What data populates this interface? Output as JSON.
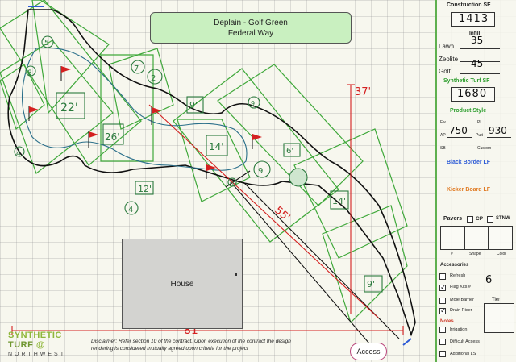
{
  "title": {
    "line1": "Deplain - Golf Green",
    "line2": "Federal Way"
  },
  "house_label": "House",
  "logo": {
    "part1": "SYNTHETIC",
    "part2": " TURF",
    "line2": "NORTHWEST"
  },
  "disclaimer": "Disclaimer: Refer section 10 of the contract. Upon execution of the contract the design rendering is considered mutually agreed upon criteria for the project",
  "access_button": "Access",
  "annotations": {
    "dim_81": "81'",
    "dim_37": "37'",
    "dim_55": "55'",
    "n22": "22'",
    "n26": "26'",
    "n14": "14'",
    "n12": "12'",
    "n14b": "14'",
    "n9a": "9'",
    "n9b": "9'",
    "n6": "6'",
    "n7": "7",
    "n8": "8",
    "n4": "4",
    "n4b": "4",
    "n2": "2",
    "n5": "5",
    "n0": "0",
    "n9": "9",
    "n9c": "9"
  },
  "colors": {
    "accent_green": "#3fa83a",
    "header_green": "#2e9e2e",
    "black_border_blue": "#2d5bd6",
    "kicker_orange": "#e07a22",
    "notes_red": "#cc3322",
    "flag_red": "#d42020",
    "dimension_red": "#d42020"
  },
  "panel": {
    "construction_sf_label": "Construction SF",
    "construction_sf_value": "1413",
    "infill_label": "Infill",
    "lawn_label": "Lawn",
    "lawn_value": "35",
    "zeolite_label": "Zeolite",
    "golf_label": "Golf",
    "golf_value": "45",
    "synthetic_turf_label": "Synthetic Turf SF",
    "synthetic_turf_value": "1680",
    "product_style_label": "Product Style",
    "fw_label": "Fw",
    "pl_label": "PL",
    "ap_label": "AP",
    "ap_value": "750",
    "putt_label": "Putt",
    "putt_value": "930",
    "sb_label": "SB",
    "custom_label": "Custom",
    "black_border_label": "Black Border LF",
    "kicker_board_label": "Kicker Board LF",
    "pavers_label": "Pavers",
    "cp_label": "CP",
    "stnw_label": "STNW",
    "hash_label": "#",
    "shape_label": "Shape",
    "color_label": "Color",
    "accessories_label": "Accessories",
    "refresh_label": "Refresh",
    "flag_kits_label": "Flag Kits #",
    "flag_kits_value": "6",
    "mole_barrier_label": "Mole Barrier",
    "tier_label": "Tier",
    "drain_riser_label": "Drain Riser",
    "notes_label": "Notes",
    "irrigation_label": "Irrigation",
    "difficult_access_label": "Difficult Access",
    "additional_ls_label": "Additional LS"
  }
}
